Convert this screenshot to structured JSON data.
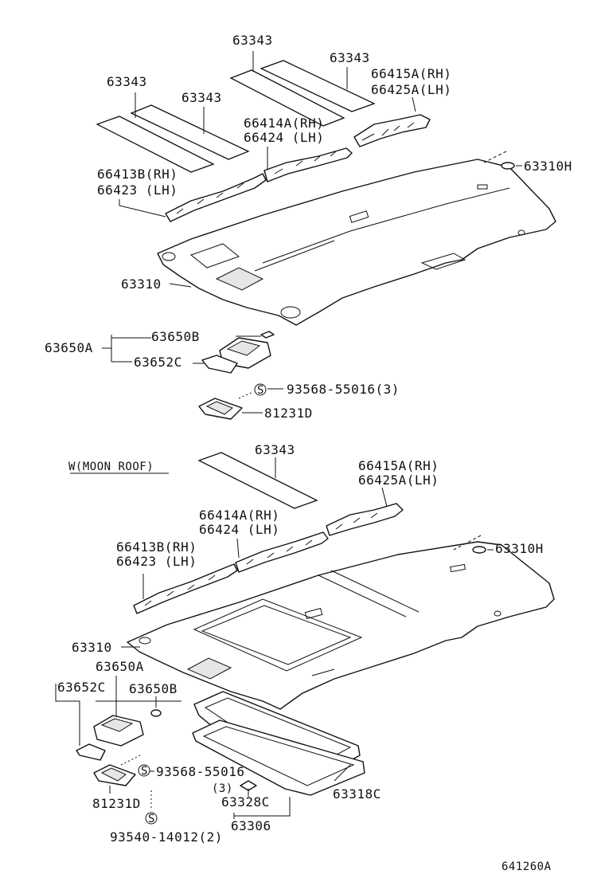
{
  "top": {
    "labels": {
      "p63343_a": "63343",
      "p63343_b": "63343",
      "p63343_c": "63343",
      "p63343_d": "63343",
      "p66415a_rh": "66415A(RH)",
      "p66425a_lh": "66425A(LH)",
      "p66414a_rh": "66414A(RH)",
      "p66424_lh": "66424 (LH)",
      "p66413b_rh": "66413B(RH)",
      "p66423_lh": "66423 (LH)",
      "p63310h": "63310H",
      "p63310": "63310",
      "p63650b": "63650B",
      "p63650a": "63650A",
      "p63652c": "63652C",
      "p93568": "93568-55016(3)",
      "p81231d": "81231D",
      "screw_mark": "S"
    }
  },
  "bottom": {
    "title": "W(MOON ROOF)",
    "labels": {
      "p63343": "63343",
      "p66415a_rh": "66415A(RH)",
      "p66425a_lh": "66425A(LH)",
      "p66414a_rh": "66414A(RH)",
      "p66424_lh": "66424 (LH)",
      "p66413b_rh": "66413B(RH)",
      "p66423_lh": "66423 (LH)",
      "p63310h": "63310H",
      "p63310": "63310",
      "p63650a": "63650A",
      "p63652c": "63652C",
      "p63650b": "63650B",
      "p93568": "93568-55016",
      "p93568_qty": "(3)",
      "p81231d": "81231D",
      "p93540": "93540-14012(2)",
      "p63328c": "63328C",
      "p63306": "63306",
      "p63318c": "63318C",
      "screw_mark": "S"
    }
  },
  "figure_code": "641260A"
}
